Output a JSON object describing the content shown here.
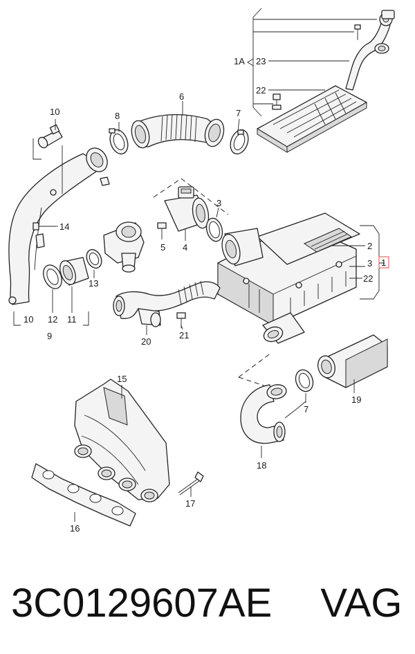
{
  "callouts": {
    "c1": "1",
    "c1a": "1A",
    "c2": "2",
    "c3a": "3",
    "c3b": "3",
    "c4": "4",
    "c5": "5",
    "c6": "6",
    "c7a": "7",
    "c7b": "7",
    "c8": "8",
    "c9": "9",
    "c10a": "10",
    "c10b": "10",
    "c11": "11",
    "c12": "12",
    "c13": "13",
    "c14": "14",
    "c15": "15",
    "c16": "16",
    "c17": "17",
    "c18": "18",
    "c19": "19",
    "c20": "20",
    "c21": "21",
    "c22a": "22",
    "c22b": "22",
    "c23": "23"
  },
  "caption": {
    "part_number": "3C0129607AE",
    "brand": "VAG"
  },
  "colors": {
    "highlight": "#e05a5a",
    "line": "#222222"
  }
}
